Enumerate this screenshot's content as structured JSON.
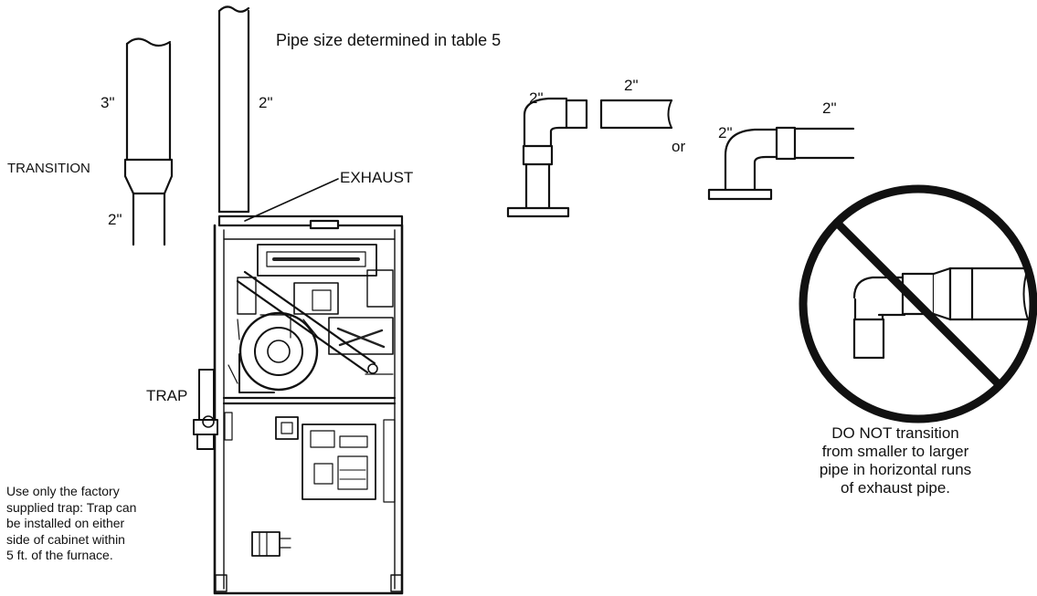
{
  "labels": {
    "pipe_size": "Pipe size determined in table 5",
    "three_inch": "3\"",
    "two_inch_vertical": "2\"",
    "transition": "TRANSITION",
    "two_inch_below_transition": "2\"",
    "exhaust": "EXHAUST",
    "trap": "TRAP",
    "elbow_left": "2\"",
    "straight_pipe": "2\"",
    "or": "or",
    "elbow_right": "2\"",
    "straight_right": "2\""
  },
  "factory_note": [
    "Use only the factory",
    "supplied trap: Trap can",
    "be installed on either",
    "side of cabinet within",
    "5 ft. of the furnace."
  ],
  "warning": [
    "DO NOT transition",
    "from smaller to larger",
    "pipe in horizontal runs",
    "of exhaust pipe."
  ]
}
